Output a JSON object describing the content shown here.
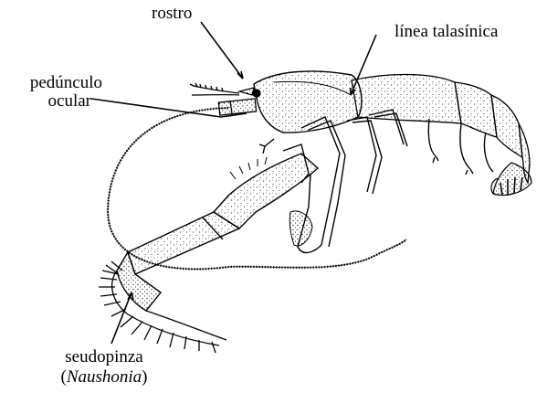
{
  "labels": {
    "rostro": "rostro",
    "linea_talasinica": "línea talasínica",
    "peduncle_line1": "pedúnculo",
    "peduncle_line2": "ocular",
    "pseudochela_line1": "seudopinza",
    "pseudochela_open": "(",
    "pseudochela_genus": "Naushonia",
    "pseudochela_close": ")"
  }
}
